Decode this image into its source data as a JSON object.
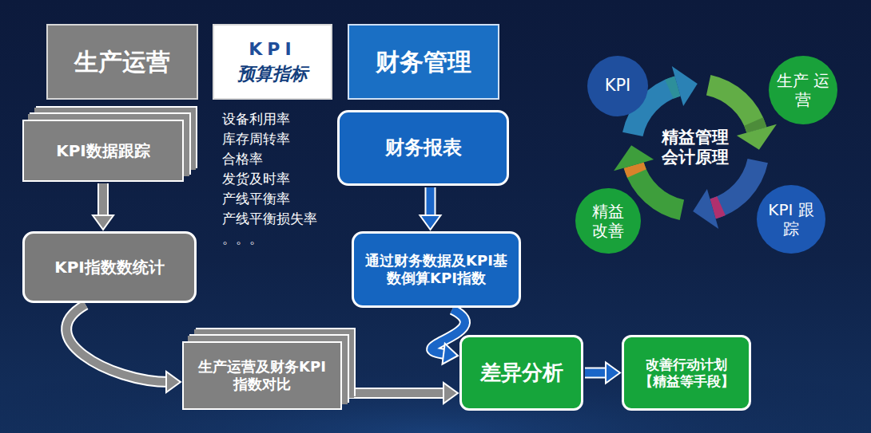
{
  "diagram": {
    "nodes": [
      {
        "text": [
          "生产运营"
        ]
      },
      {
        "text": [
          "KPI",
          "预算指标"
        ]
      },
      {
        "text": [
          "财务管理"
        ]
      },
      {
        "text": [
          "KPI数据跟踪"
        ]
      },
      {
        "text": [
          "KPI指数数统计"
        ]
      },
      {
        "text": [
          "财务报表"
        ]
      },
      {
        "text": [
          "通过财务数据及KPI基数倒算KPI指数"
        ]
      },
      {
        "text": [
          "生产运营及财务KPI指数对比"
        ]
      },
      {
        "text": [
          "差异分析"
        ]
      },
      {
        "text": [
          "改善行动计划 【精益等手段】"
        ]
      },
      {
        "text": [
          "精益管理 会计原理"
        ]
      },
      {
        "text": [
          "KPI"
        ]
      },
      {
        "text": [
          "生产 运营"
        ]
      },
      {
        "text": [
          "精益 改善"
        ]
      },
      {
        "text": [
          "KPI 跟踪"
        ]
      }
    ],
    "edges": [
      {
        "from": 3,
        "to": 4,
        "arrow": "to"
      },
      {
        "from": 4,
        "to": 7,
        "arrow": "to"
      },
      {
        "from": 5,
        "to": 6,
        "arrow": "to"
      },
      {
        "from": 6,
        "to": 8,
        "arrow": "to"
      },
      {
        "from": 7,
        "to": 8,
        "arrow": "to"
      },
      {
        "from": 8,
        "to": 9,
        "arrow": "to"
      }
    ],
    "labels": [
      "设备利用率",
      "库存周转率",
      "合格率",
      "发货及时率",
      "产线平衡率",
      "产线平衡损失率",
      "。。。"
    ]
  }
}
